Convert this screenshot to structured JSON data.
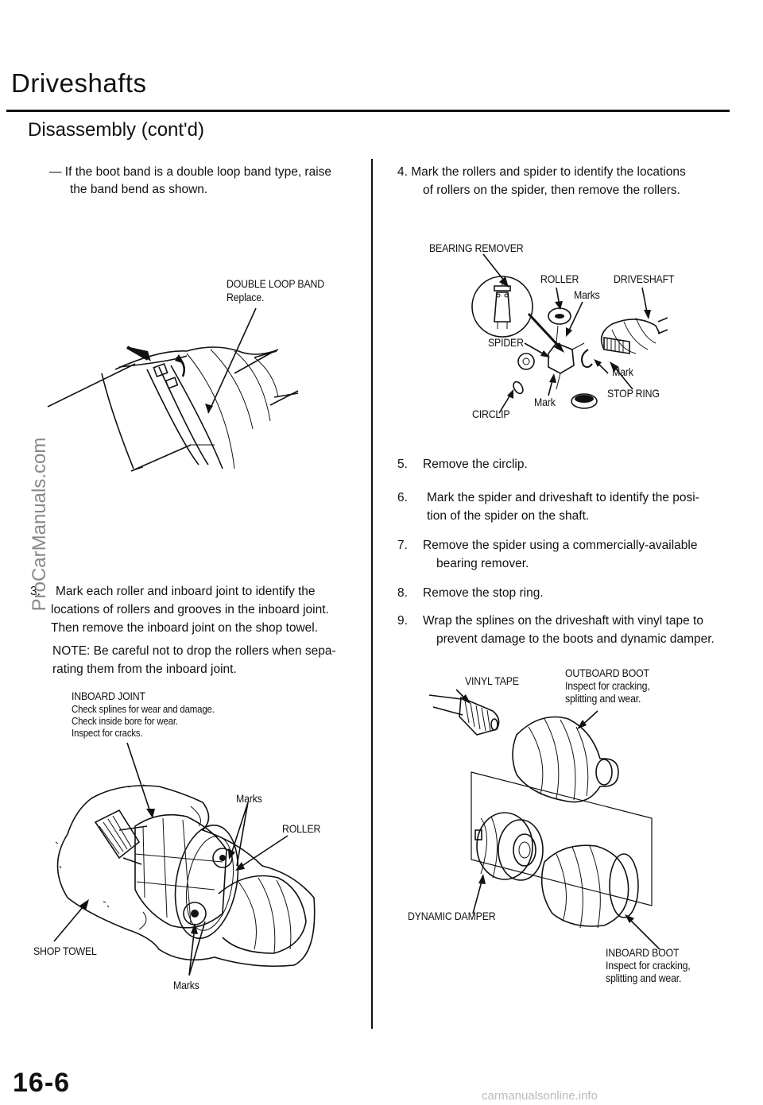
{
  "header": {
    "title": "Driveshafts",
    "subtitle": "Disassembly (cont'd)"
  },
  "left": {
    "bullet": "— If the boot band is a double loop band type, raise",
    "bullet_cont": "the band bend as shown.",
    "fig1": {
      "label1": "DOUBLE LOOP BAND",
      "label2": "Replace."
    },
    "step3_num": "3.",
    "step3_l1": "Mark each roller and inboard joint to identify the",
    "step3_l2": "locations of rollers and grooves in the inboard joint.",
    "step3_l3": "Then remove the inboard joint on the shop towel.",
    "note_l1": "NOTE: Be careful not to drop the rollers when sepa-",
    "note_l2": "rating them from the inboard joint.",
    "fig2": {
      "joint_title": "INBOARD JOINT",
      "joint_l1": "Check splines for wear and damage.",
      "joint_l2": "Check inside bore for wear.",
      "joint_l3": "Inspect for cracks.",
      "marks_top": "Marks",
      "roller": "ROLLER",
      "shop_towel": "SHOP TOWEL",
      "marks_bottom": "Marks"
    }
  },
  "right": {
    "step4_l1": "4.   Mark the rollers and spider to identify the locations",
    "step4_l2": "of rollers on the spider, then remove the rollers.",
    "fig3": {
      "bearing_remover": "BEARING REMOVER",
      "roller": "ROLLER",
      "driveshaft": "DRIVESHAFT",
      "marks": "Marks",
      "spider": "SPIDER",
      "mark_right": "Mark",
      "stop_ring": "STOP RING",
      "mark_bottom": "Mark",
      "circlip": "CIRCLIP"
    },
    "steps": [
      {
        "num": "5.",
        "l1": "Remove the circlip.",
        "l2": ""
      },
      {
        "num": "6.",
        "l1": "Mark the spider and driveshaft to identify the posi-",
        "l2": "tion of the spider on the shaft."
      },
      {
        "num": "7.",
        "l1": "Remove the spider using a commercially-available",
        "l2": "bearing remover."
      },
      {
        "num": "8.",
        "l1": "Remove the stop ring.",
        "l2": ""
      },
      {
        "num": "9.",
        "l1": "Wrap the splines on the driveshaft with vinyl tape to",
        "l2": "prevent damage to the boots and dynamic damper."
      }
    ],
    "fig4": {
      "vinyl_tape": "VINYL TAPE",
      "outboard_title": "OUTBOARD BOOT",
      "outboard_l1": "Inspect for cracking,",
      "outboard_l2": "splitting and wear.",
      "dynamic_damper": "DYNAMIC DAMPER",
      "inboard_title": "INBOARD BOOT",
      "inboard_l1": "Inspect for cracking,",
      "inboard_l2": "splitting and wear."
    }
  },
  "footer": {
    "page_number": "16-6",
    "url": "carmanualsonline.info"
  },
  "watermark": "ProCarManuals.com"
}
